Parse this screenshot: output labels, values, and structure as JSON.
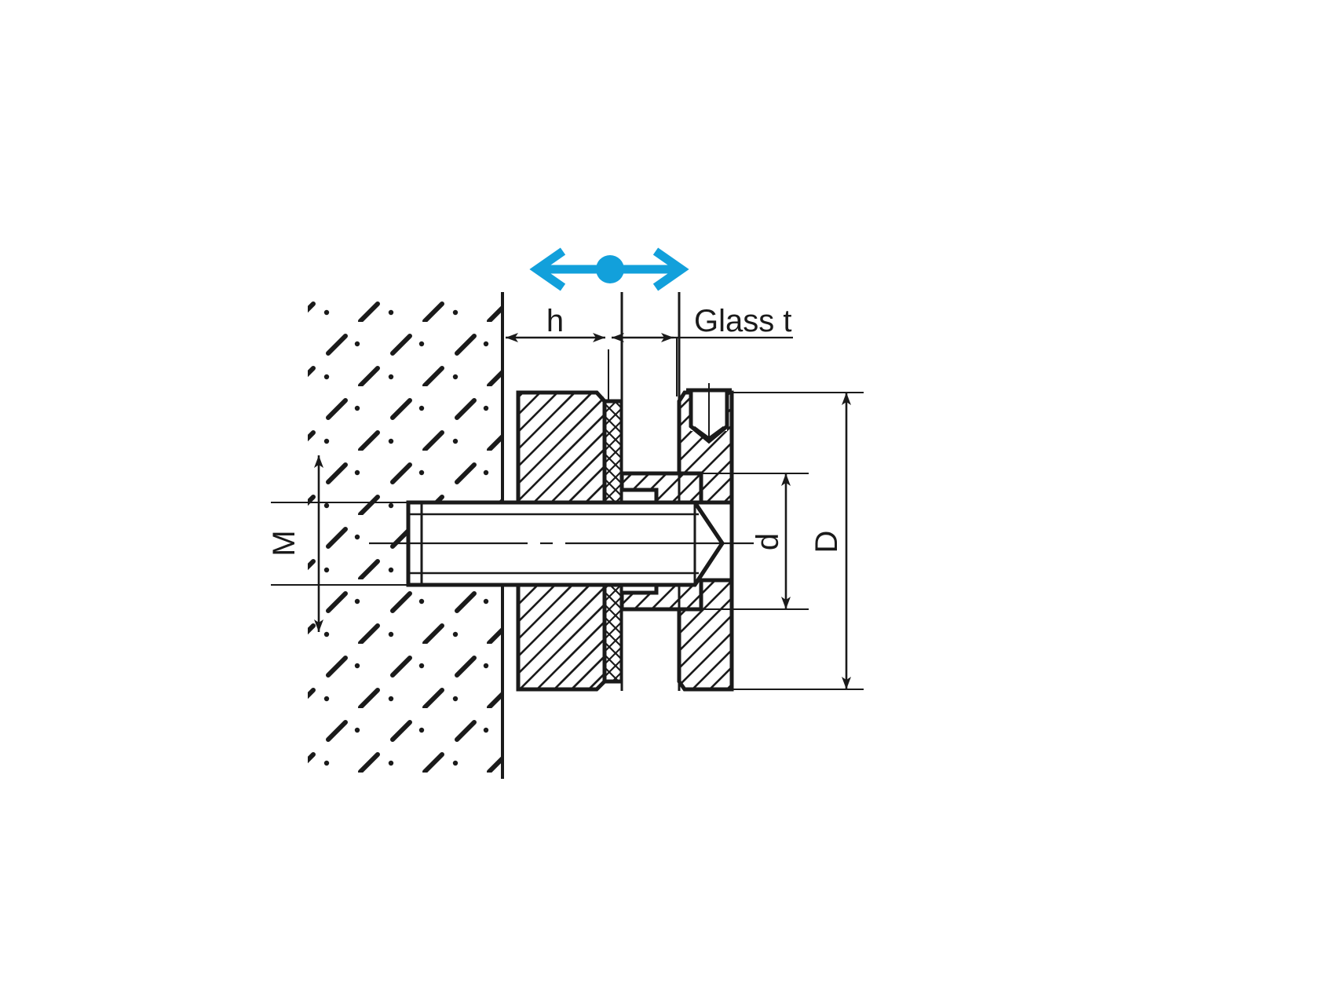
{
  "drawing": {
    "title": "Glass point fitting / standoff adaptor — sectional side view",
    "type": "technical-sectional-drawing",
    "background_color": "#ffffff",
    "line_color": "#1a1a1a",
    "accent_color": "#12A0DB",
    "dimensions": {
      "h": {
        "label": "h",
        "description": "standoff height from wall face to glass inner face"
      },
      "glass_t": {
        "label": "Glass t",
        "description": "glass thickness"
      },
      "M": {
        "label": "M",
        "description": "threaded stud size into wall"
      },
      "d": {
        "label": "d",
        "description": "inner clamping disc diameter"
      },
      "D": {
        "label": "D",
        "description": "outer cover cap diameter"
      }
    },
    "annotations": {
      "adjust_arrow": {
        "name": "adjustable-range-arrow",
        "color": "#12A0DB",
        "description": "double headed horizontal arrow with centre dot indicating adjustable standoff distance"
      }
    },
    "parts": [
      {
        "name": "wall",
        "hatch": "masonry-dot-dash"
      },
      {
        "name": "standoff-barrel",
        "hatch": "section-45"
      },
      {
        "name": "gasket-sleeve",
        "hatch": "cross-hatch"
      },
      {
        "name": "glass-pane",
        "hatch": "none"
      },
      {
        "name": "cover-cap",
        "hatch": "section-45"
      },
      {
        "name": "grub-screw",
        "hatch": "none"
      },
      {
        "name": "threaded-stud",
        "hatch": "none"
      }
    ]
  }
}
